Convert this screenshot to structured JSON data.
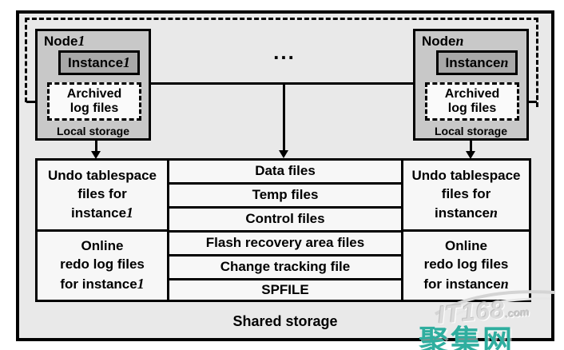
{
  "nodes": [
    {
      "name": "Node",
      "sub": "1",
      "instance": "Instance",
      "instance_sub": "1",
      "archived_l1": "Archived",
      "archived_l2": "log files",
      "local": "Local storage"
    },
    {
      "name": "Node",
      "sub": "n",
      "instance": "Instance",
      "instance_sub": "n",
      "archived_l1": "Archived",
      "archived_l2": "log files",
      "local": "Local storage"
    }
  ],
  "ellipsis": "...",
  "storage": {
    "center_rows": [
      "Data files",
      "Temp files",
      "Control files",
      "Flash recovery area files",
      "Change tracking file",
      "SPFILE"
    ],
    "undo1": {
      "l1": "Undo tablespace",
      "l2": "files for",
      "l3": "instance",
      "sub": "1"
    },
    "redo1": {
      "l1": "Online",
      "l2": "redo log files",
      "l3": "for instance",
      "sub": "1"
    },
    "undon": {
      "l1": "Undo tablespace",
      "l2": "files for",
      "l3": "instance",
      "sub": "n"
    },
    "redon": {
      "l1": "Online",
      "l2": "redo log files",
      "l3": "for instance",
      "sub": "n"
    },
    "label": "Shared storage"
  },
  "watermark": {
    "brand": "IT168",
    "domain": ".com",
    "site": "聚集网"
  },
  "colors": {
    "panel_fill": "#e9e9e9",
    "node_fill": "#c8c8c8",
    "instance_fill": "#a8a8a8",
    "cell_fill": "#f7f7f7",
    "line": "#000000",
    "watermark_teal": "#2fae9f",
    "watermark_gray": "#dbdbdb"
  }
}
